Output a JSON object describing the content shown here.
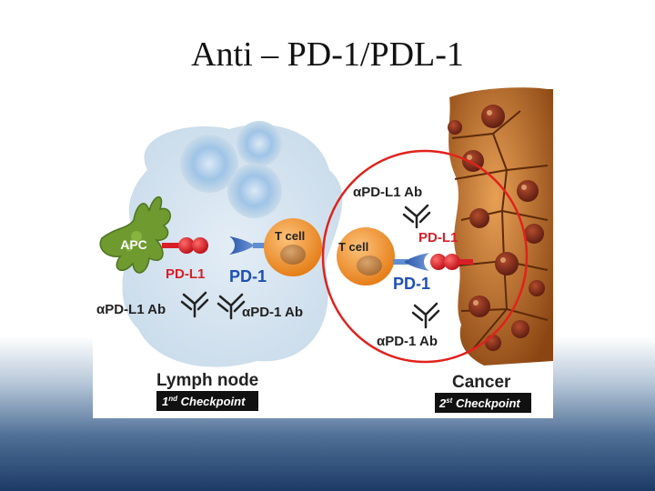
{
  "title": "Anti – PD-1/PDL-1",
  "lymph_node": {
    "apc_label": "APC",
    "tcell_label": "T cell",
    "pdl1_label": "PD-L1",
    "pd1_label": "PD-1",
    "apdl1_ab_label": "αPD-L1 Ab",
    "apd1_ab_label": "αPD-1 Ab",
    "site_label": "Lymph node",
    "checkpoint_label": "1",
    "checkpoint_sup": "nd",
    "checkpoint_text": " Checkpoint"
  },
  "cancer": {
    "apdl1_ab_label": "αPD-L1 Ab",
    "tcell_label": "T cell",
    "pdl1_label": "PD-L1",
    "pd1_label": "PD-1",
    "apd1_ab_label": "αPD-1 Ab",
    "site_label": "Cancer",
    "checkpoint_label": "2",
    "checkpoint_sup": "st",
    "checkpoint_text": " Checkpoint"
  },
  "colors": {
    "pdl1_red": "#d81f26",
    "pd1_blue": "#1f4fb4",
    "apc_green": "#6e9a2f",
    "tcell_orange": "#ef8a22",
    "tumor_brown": "#b8621b",
    "circle_red": "#e0221c"
  }
}
